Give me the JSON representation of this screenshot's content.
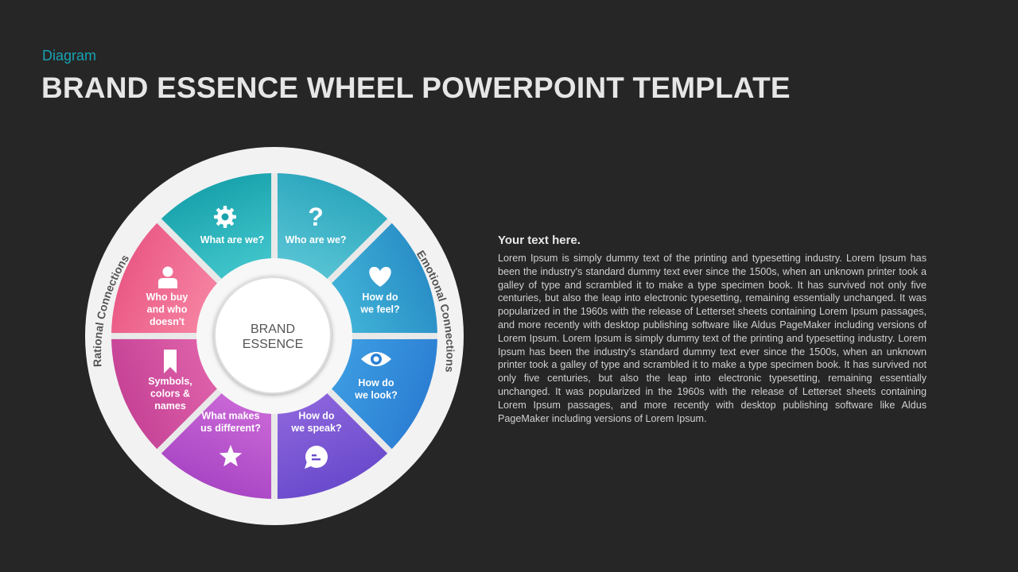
{
  "header": {
    "subtitle": "Diagram",
    "title": "BRAND ESSENCE WHEEL POWERPOINT TEMPLATE"
  },
  "wheel": {
    "center": [
      "BRAND",
      "ESSENCE"
    ],
    "left_arc_label": "Rational Connections",
    "right_arc_label": "Emotional Connections",
    "segments": [
      {
        "lines": [
          "What are we?"
        ],
        "icon": "gear-icon",
        "color": "#1aa3ad"
      },
      {
        "lines": [
          "Who are we?"
        ],
        "icon": "question-icon",
        "color": "#2da7bd"
      },
      {
        "lines": [
          "How do",
          "we feel?"
        ],
        "icon": "heart-icon",
        "color": "#2a8fc7"
      },
      {
        "lines": [
          "How do",
          "we look?"
        ],
        "icon": "eye-icon",
        "color": "#2c7fd4"
      },
      {
        "lines": [
          "How do",
          "we speak?"
        ],
        "icon": "chat-icon",
        "color": "#6a4bcc"
      },
      {
        "lines": [
          "What makes",
          "us different?"
        ],
        "icon": "star-icon",
        "color": "#a946c4"
      },
      {
        "lines": [
          "Symbols,",
          "colors &",
          "names"
        ],
        "icon": "bookmark-icon",
        "color": "#c64396"
      },
      {
        "lines": [
          "Who buy",
          "and who",
          "doesn't"
        ],
        "icon": "user-icon",
        "color": "#ea5a86"
      }
    ]
  },
  "panel": {
    "heading": "Your text here.",
    "body": "Lorem Ipsum is simply dummy text of the printing and typesetting industry. Lorem Ipsum has been the industry's standard dummy text ever since the 1500s, when an unknown printer took a galley of type and scrambled it to make a type specimen book. It has survived not only five centuries, but also the leap into electronic typesetting, remaining essentially unchanged. It was popularized in the 1960s with the release of Letterset sheets containing Lorem Ipsum passages, and more recently with desktop publishing software like Aldus PageMaker including versions of Lorem Ipsum. Lorem Ipsum is simply dummy text of the printing and typesetting industry. Lorem Ipsum has been the industry's standard dummy text ever since the 1500s, when an unknown printer took a galley of type and scrambled it to make a type specimen book. It has survived not only five centuries, but also the leap into electronic typesetting, remaining essentially unchanged. It was popularized in the 1960s with the release of Letterset sheets containing Lorem Ipsum passages, and more recently with desktop publishing software like Aldus PageMaker including versions of Lorem Ipsum."
  }
}
